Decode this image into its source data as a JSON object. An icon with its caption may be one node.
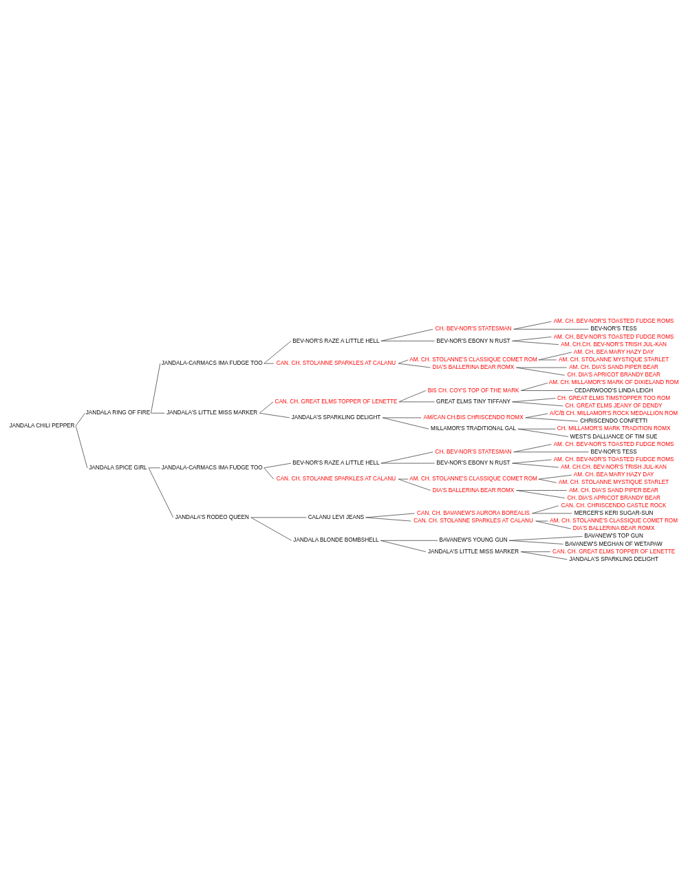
{
  "diagram": {
    "nodes": [
      {
        "text": [
          "AM. CH. BEV-NOR'S TOASTED FUDGE ROMS"
        ]
      },
      {
        "text": [
          "CH. BEV-NOR'S STATESMAN"
        ]
      },
      {
        "text": [
          "BEV-NOR'S TESS"
        ]
      },
      {
        "text": [
          "BEV-NOR'S RAZE A LITTLE HELL"
        ]
      },
      {
        "text": [
          "AM. CH. BEV-NOR'S TOASTED FUDGE ROMS"
        ]
      },
      {
        "text": [
          "BEV-NOR'S EBONY N RUST"
        ]
      },
      {
        "text": [
          "AM. CH.CH. BEV-NOR'S TRISH JUL-KAN"
        ]
      },
      {
        "text": [
          "JANDALA-CARMACS IMA FUDGE TOO"
        ]
      },
      {
        "text": [
          "AM. CH. BEA MARY HAZY DAY"
        ]
      },
      {
        "text": [
          "AM. CH. STOLANNE'S CLASSIQUE COMET ROM"
        ]
      },
      {
        "text": [
          "AM. CH. STOLANNE MYSTIQUE STARLET"
        ]
      },
      {
        "text": [
          "CAN. CH. STOLANNE SPARKLES AT CALANU"
        ]
      },
      {
        "text": [
          "AM. CH. DIA'S SAND PIPER BEAR"
        ]
      },
      {
        "text": [
          "DIA'S BALLERINA BEAR ROMX"
        ]
      },
      {
        "text": [
          "CH. DIA'S APRICOT BRANDY BEAR"
        ]
      },
      {
        "text": [
          "JANDALA RING OF FIRE"
        ]
      },
      {
        "text": [
          "AM. CH. MILLAMOR'S MARK OF DIXIELAND ROM"
        ]
      },
      {
        "text": [
          "BIS CH. COY'S TOP OF THE MARK"
        ]
      },
      {
        "text": [
          "CEDARWOOD'S LINDA LEIGH"
        ]
      },
      {
        "text": [
          "CAN. CH. GREAT ELMS TOPPER OF LENETTE"
        ]
      },
      {
        "text": [
          "CH. GREAT ELMS TIMSTOPPER TOO ROM"
        ]
      },
      {
        "text": [
          "GREAT ELMS TINY TIFFANY"
        ]
      },
      {
        "text": [
          "CH. GREAT ELMS JEANY OF DENDY"
        ]
      },
      {
        "text": [
          "JANDALA'S LITTLE MISS MARKER"
        ]
      },
      {
        "text": [
          "A/C/B CH. MILLAMOR'S ROCK MEDALLION ROM"
        ]
      },
      {
        "text": [
          "AM/CAN CH.BIS CHRISCENDO ROMX"
        ]
      },
      {
        "text": [
          "CHRISCENDO CONFETTI"
        ]
      },
      {
        "text": [
          "JANDALA'S SPARKLING DELIGHT"
        ]
      },
      {
        "text": [
          "CH. MILLAMOR'S MARK TRADITION ROMX"
        ]
      },
      {
        "text": [
          "MILLAMOR'S TRADITIONAL GAL"
        ]
      },
      {
        "text": [
          "WEST'S DALLIANCE OF TIM SUE"
        ]
      },
      {
        "text": [
          "JANDALA CHILI PEPPER"
        ]
      },
      {
        "text": [
          "AM. CH. BEV-NOR'S TOASTED FUDGE ROMS"
        ]
      },
      {
        "text": [
          "CH. BEV-NOR'S STATESMAN"
        ]
      },
      {
        "text": [
          "BEV-NOR'S TESS"
        ]
      },
      {
        "text": [
          "BEV-NOR'S RAZE A LITTLE HELL"
        ]
      },
      {
        "text": [
          "AM. CH. BEV-NOR'S TOASTED FUDGE ROMS"
        ]
      },
      {
        "text": [
          "BEV-NOR'S EBONY N RUST"
        ]
      },
      {
        "text": [
          "AM. CH.CH. BEV-NOR'S TRISH JUL-KAN"
        ]
      },
      {
        "text": [
          "JANDALA-CARMACS IMA FUDGE TOO"
        ]
      },
      {
        "text": [
          "AM. CH. BEA MARY HAZY DAY"
        ]
      },
      {
        "text": [
          "AM. CH. STOLANNE'S CLASSIQUE COMET ROM"
        ]
      },
      {
        "text": [
          "AM. CH. STOLANNE MYSTIQUE STARLET"
        ]
      },
      {
        "text": [
          "CAN. CH. STOLANNE SPARKLES AT CALANU"
        ]
      },
      {
        "text": [
          "AM. CH. DIA'S SAND PIPER BEAR"
        ]
      },
      {
        "text": [
          "DIA'S BALLERINA BEAR ROMX"
        ]
      },
      {
        "text": [
          "CH. DIA'S APRICOT BRANDY BEAR"
        ]
      },
      {
        "text": [
          "JANDALA SPICE GIRL"
        ]
      },
      {
        "text": [
          "CAN. CH. CHRISCENDO CASTLE ROCK"
        ]
      },
      {
        "text": [
          "CAN. CH. BAVANEW'S AURORA BOREALIS"
        ]
      },
      {
        "text": [
          "MERCER'S KERI SUGAR-SUN"
        ]
      },
      {
        "text": [
          "CALANU LEVI JEANS"
        ]
      },
      {
        "text": [
          "AM. CH. STOLANNE'S CLASSIQUE COMET ROM"
        ]
      },
      {
        "text": [
          "CAN. CH. STOLANNE SPARKLES AT CALANU"
        ]
      },
      {
        "text": [
          "DIA'S BALLERINA BEAR ROMX"
        ]
      },
      {
        "text": [
          "JANDALA'S RODEO QUEEN"
        ]
      },
      {
        "text": [
          "BAVANEW'S TOP GUN"
        ]
      },
      {
        "text": [
          "BAVANEW'S YOUNG GUN"
        ]
      },
      {
        "text": [
          "BAVANEW'S MEGHAN OF WETAPAW"
        ]
      },
      {
        "text": [
          "JANDALA BLONDE BOMBSHELL"
        ]
      },
      {
        "text": [
          "CAN. CH. GREAT ELMS TOPPER OF LENETTE"
        ]
      },
      {
        "text": [
          "JANDALA'S LITTLE MISS MARKER"
        ]
      },
      {
        "text": [
          "JANDALA'S SPARKLING DELIGHT"
        ]
      }
    ],
    "edges": [
      {
        "from": 1,
        "to": 0,
        "arrow": "none"
      },
      {
        "from": 1,
        "to": 2,
        "arrow": "none"
      },
      {
        "from": 3,
        "to": 1,
        "arrow": "none"
      },
      {
        "from": 3,
        "to": 5,
        "arrow": "none"
      },
      {
        "from": 5,
        "to": 4,
        "arrow": "none"
      },
      {
        "from": 5,
        "to": 6,
        "arrow": "none"
      },
      {
        "from": 7,
        "to": 3,
        "arrow": "none"
      },
      {
        "from": 7,
        "to": 11,
        "arrow": "none"
      },
      {
        "from": 9,
        "to": 8,
        "arrow": "none"
      },
      {
        "from": 9,
        "to": 10,
        "arrow": "none"
      },
      {
        "from": 11,
        "to": 9,
        "arrow": "none"
      },
      {
        "from": 11,
        "to": 13,
        "arrow": "none"
      },
      {
        "from": 13,
        "to": 12,
        "arrow": "none"
      },
      {
        "from": 13,
        "to": 14,
        "arrow": "none"
      },
      {
        "from": 15,
        "to": 7,
        "arrow": "none"
      },
      {
        "from": 15,
        "to": 23,
        "arrow": "none"
      },
      {
        "from": 17,
        "to": 16,
        "arrow": "none"
      },
      {
        "from": 17,
        "to": 18,
        "arrow": "none"
      },
      {
        "from": 19,
        "to": 17,
        "arrow": "none"
      },
      {
        "from": 19,
        "to": 21,
        "arrow": "none"
      },
      {
        "from": 21,
        "to": 20,
        "arrow": "none"
      },
      {
        "from": 21,
        "to": 22,
        "arrow": "none"
      },
      {
        "from": 23,
        "to": 19,
        "arrow": "none"
      },
      {
        "from": 23,
        "to": 27,
        "arrow": "none"
      },
      {
        "from": 25,
        "to": 24,
        "arrow": "none"
      },
      {
        "from": 25,
        "to": 26,
        "arrow": "none"
      },
      {
        "from": 27,
        "to": 25,
        "arrow": "none"
      },
      {
        "from": 27,
        "to": 29,
        "arrow": "none"
      },
      {
        "from": 29,
        "to": 28,
        "arrow": "none"
      },
      {
        "from": 29,
        "to": 30,
        "arrow": "none"
      },
      {
        "from": 31,
        "to": 15,
        "arrow": "none"
      },
      {
        "from": 31,
        "to": 47,
        "arrow": "none"
      },
      {
        "from": 33,
        "to": 32,
        "arrow": "none"
      },
      {
        "from": 33,
        "to": 34,
        "arrow": "none"
      },
      {
        "from": 35,
        "to": 33,
        "arrow": "none"
      },
      {
        "from": 35,
        "to": 37,
        "arrow": "none"
      },
      {
        "from": 37,
        "to": 36,
        "arrow": "none"
      },
      {
        "from": 37,
        "to": 38,
        "arrow": "none"
      },
      {
        "from": 39,
        "to": 35,
        "arrow": "none"
      },
      {
        "from": 39,
        "to": 43,
        "arrow": "none"
      },
      {
        "from": 41,
        "to": 40,
        "arrow": "none"
      },
      {
        "from": 41,
        "to": 42,
        "arrow": "none"
      },
      {
        "from": 43,
        "to": 41,
        "arrow": "none"
      },
      {
        "from": 43,
        "to": 45,
        "arrow": "none"
      },
      {
        "from": 45,
        "to": 44,
        "arrow": "none"
      },
      {
        "from": 45,
        "to": 46,
        "arrow": "none"
      },
      {
        "from": 47,
        "to": 39,
        "arrow": "none"
      },
      {
        "from": 47,
        "to": 55,
        "arrow": "none"
      },
      {
        "from": 49,
        "to": 48,
        "arrow": "none"
      },
      {
        "from": 49,
        "to": 50,
        "arrow": "none"
      },
      {
        "from": 51,
        "to": 49,
        "arrow": "none"
      },
      {
        "from": 51,
        "to": 53,
        "arrow": "none"
      },
      {
        "from": 53,
        "to": 52,
        "arrow": "none"
      },
      {
        "from": 53,
        "to": 54,
        "arrow": "none"
      },
      {
        "from": 55,
        "to": 51,
        "arrow": "none"
      },
      {
        "from": 55,
        "to": 59,
        "arrow": "none"
      },
      {
        "from": 57,
        "to": 56,
        "arrow": "none"
      },
      {
        "from": 57,
        "to": 58,
        "arrow": "none"
      },
      {
        "from": 59,
        "to": 57,
        "arrow": "none"
      },
      {
        "from": 59,
        "to": 61,
        "arrow": "none"
      },
      {
        "from": 61,
        "to": 60,
        "arrow": "none"
      },
      {
        "from": 61,
        "to": 62,
        "arrow": "none"
      }
    ]
  }
}
